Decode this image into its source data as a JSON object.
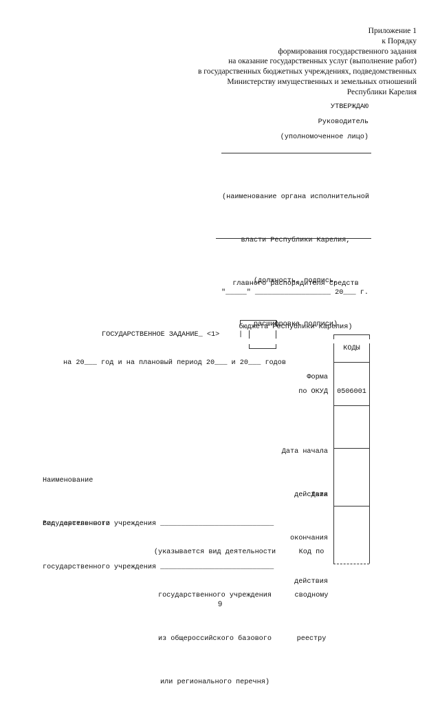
{
  "appendix": {
    "lines": [
      "Приложение 1",
      "к Порядку",
      "формирования государственного задания",
      "на оказание государственных услуг (выполнение работ)",
      "в государственных бюджетных учреждениях, подведомственных",
      "Министерству имущественных и земельных отношений",
      "Республики Карелия"
    ]
  },
  "approval": {
    "approve": "УТВЕРЖДАЮ",
    "head": "Руководитель",
    "authorized": "(уполномоченное лицо)",
    "org_caption": [
      "(наименование органа исполнительной",
      "власти Республики Карелия,",
      "главного распорядителя средств",
      "бюджета Республики Карелия)"
    ],
    "sign_caption": [
      "(должность, подпись,",
      "расшифровка подписи)"
    ],
    "date_line": "\"_____\" __________________ 20___ г."
  },
  "assignment": {
    "title": "ГОСУДАРСТВЕННОЕ ЗАДАНИЕ_ <1>",
    "period": "на 20___ год и на плановый период 20___ и 20___ годов"
  },
  "codes": {
    "header": "КОДЫ",
    "form_label": "Форма",
    "okud_label": "по ОКУД",
    "okud_value": "0506001",
    "start_date": [
      "Дата начала",
      "действия"
    ],
    "end_date": [
      "Дата",
      "окончания",
      "действия"
    ],
    "registry": [
      "Код по",
      "сводному",
      "реестру"
    ]
  },
  "institution": {
    "name_label": [
      "Наименование",
      "государственного учреждения ___________________________"
    ],
    "activity_label": [
      "Вид деятельности",
      "государственного учреждения ___________________________"
    ],
    "activity_note": [
      "(указывается вид деятельности",
      "государственного учреждения",
      "из общероссийского базового",
      "или регионального перечня)"
    ]
  },
  "page_number": "9"
}
